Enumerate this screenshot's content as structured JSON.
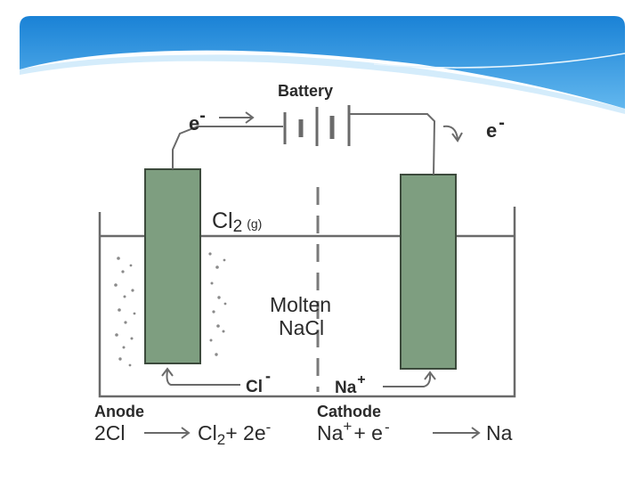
{
  "diagram": {
    "battery_label": "Battery",
    "electron_left": "e",
    "electron_right": "e",
    "minus": "-",
    "chlorine_gas": "Cl",
    "chlorine_sub": "2",
    "chlorine_state": "(g)",
    "electrolyte_line1": "Molten",
    "electrolyte_line2": "NaCl",
    "chloride_ion": "Cl",
    "sodium_ion": "Na",
    "plus": "+",
    "anode_label": "Anode",
    "cathode_label": "Cathode",
    "anode_reaction_left": "2Cl",
    "anode_reaction_right_a": "Cl",
    "anode_reaction_sub": "2",
    "anode_reaction_right_b": "+ 2e",
    "cathode_reaction_left": "Na",
    "cathode_reaction_mid": "+ e",
    "cathode_reaction_right": "Na"
  },
  "colors": {
    "banner_dark": "#1e88d8",
    "banner_light": "#bfe3f9",
    "electrode": "#7e9e80",
    "line": "#6a6a6a"
  }
}
